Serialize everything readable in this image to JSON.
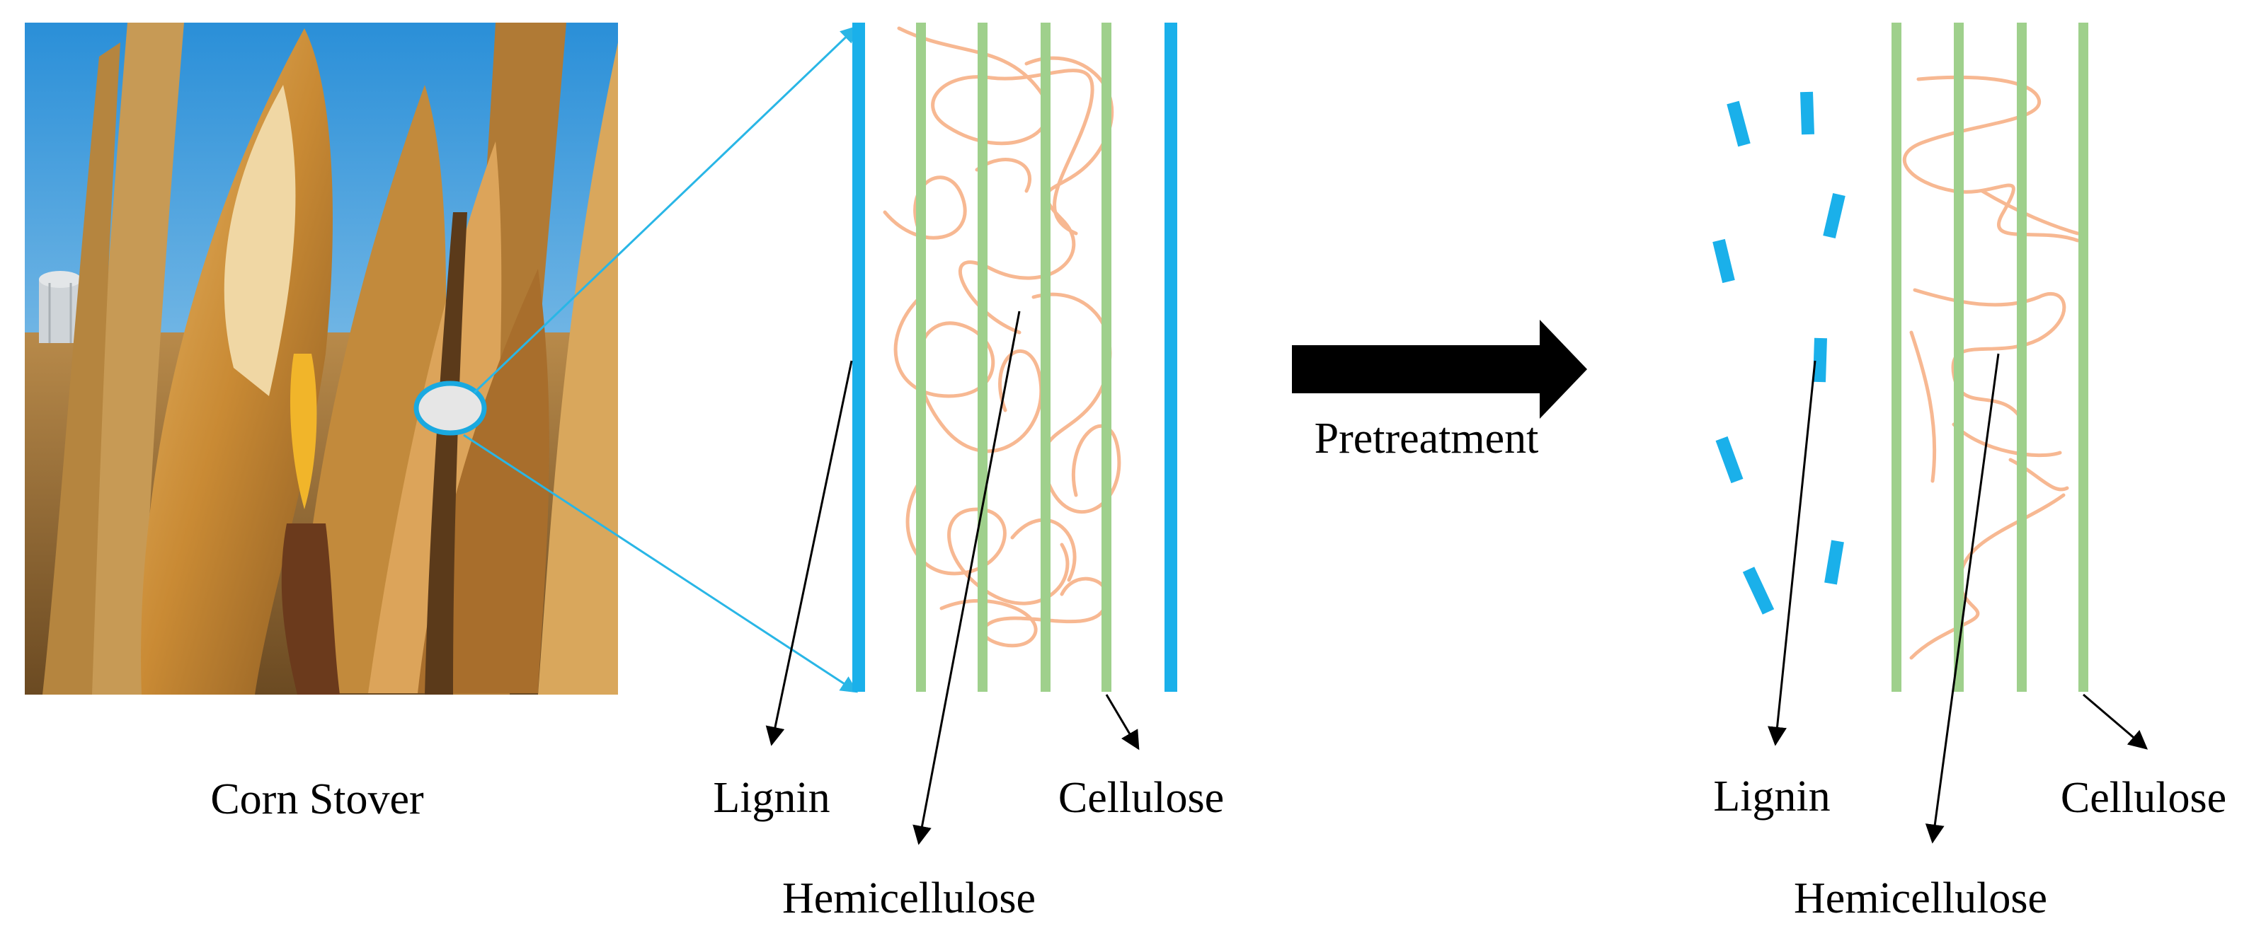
{
  "labels": {
    "photo_caption": "Corn Stover",
    "arrow_label": "Pretreatment",
    "before": {
      "lignin": "Lignin",
      "hemicellulose": "Hemicellulose",
      "cellulose": "Cellulose"
    },
    "after": {
      "lignin": "Lignin",
      "hemicellulose": "Hemicellulose",
      "cellulose": "Cellulose"
    }
  },
  "colors": {
    "lignin": "#1ab0ea",
    "cellulose": "#9fd08c",
    "hemicellulose": "#f7b892",
    "arrow": "#000000",
    "zoom_lines": "#29b6e6"
  }
}
